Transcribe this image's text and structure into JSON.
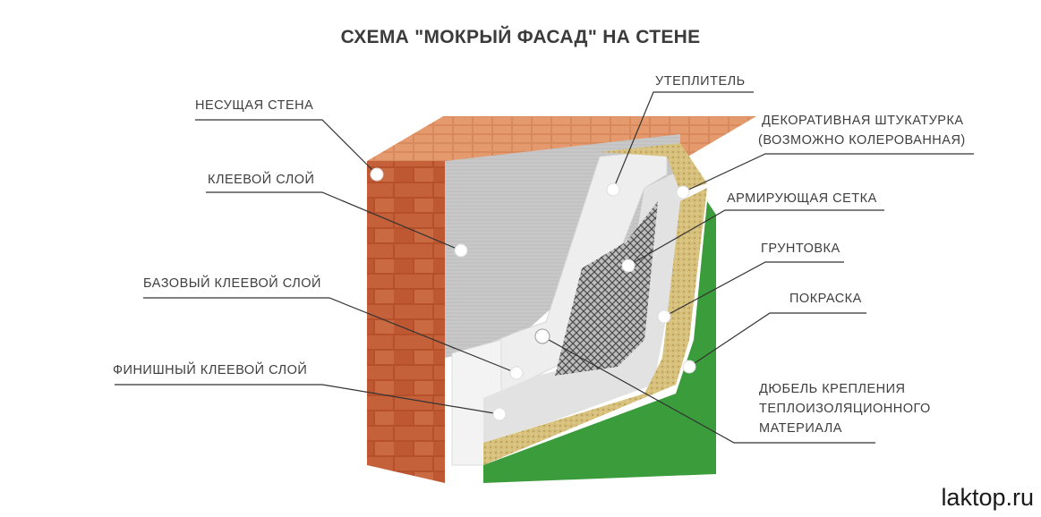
{
  "title": "СХЕМА \"МОКРЫЙ ФАСАД\" НА СТЕНЕ",
  "labels": {
    "load_bearing_wall": "НЕСУЩАЯ СТЕНА",
    "adhesive_layer": "КЛЕЕВОЙ СЛОЙ",
    "base_adhesive_layer": "БАЗОВЫЙ КЛЕЕВОЙ СЛОЙ",
    "finish_adhesive_layer": "ФИНИШНЫЙ КЛЕЕВОЙ СЛОЙ",
    "insulation": "УТЕПЛИТЕЛЬ",
    "decorative_plaster_line1": "ДЕКОРАТИВНАЯ ШТУКАТУРКА",
    "decorative_plaster_line2": "(ВОЗМОЖНО КОЛЕРОВАННАЯ)",
    "reinforcing_mesh": "АРМИРУЮЩАЯ СЕТКА",
    "primer": "ГРУНТОВКА",
    "painting": "ПОКРАСКА",
    "dowel_line1": "ДЮБЕЛЬ КРЕПЛЕНИЯ",
    "dowel_line2": "ТЕПЛОИЗОЛЯЦИОННОГО",
    "dowel_line3": "МАТЕРИАЛА"
  },
  "watermark": "laktop.ru",
  "colors": {
    "brick": "#b8532e",
    "brick_light": "#d4784a",
    "adhesive_grey": "#c9c9c9",
    "insulation_white": "#efefef",
    "mesh": "#555555",
    "plaster_sand": "#d8c483",
    "paint_green": "#3a9a3a",
    "leader_line": "#333333"
  }
}
